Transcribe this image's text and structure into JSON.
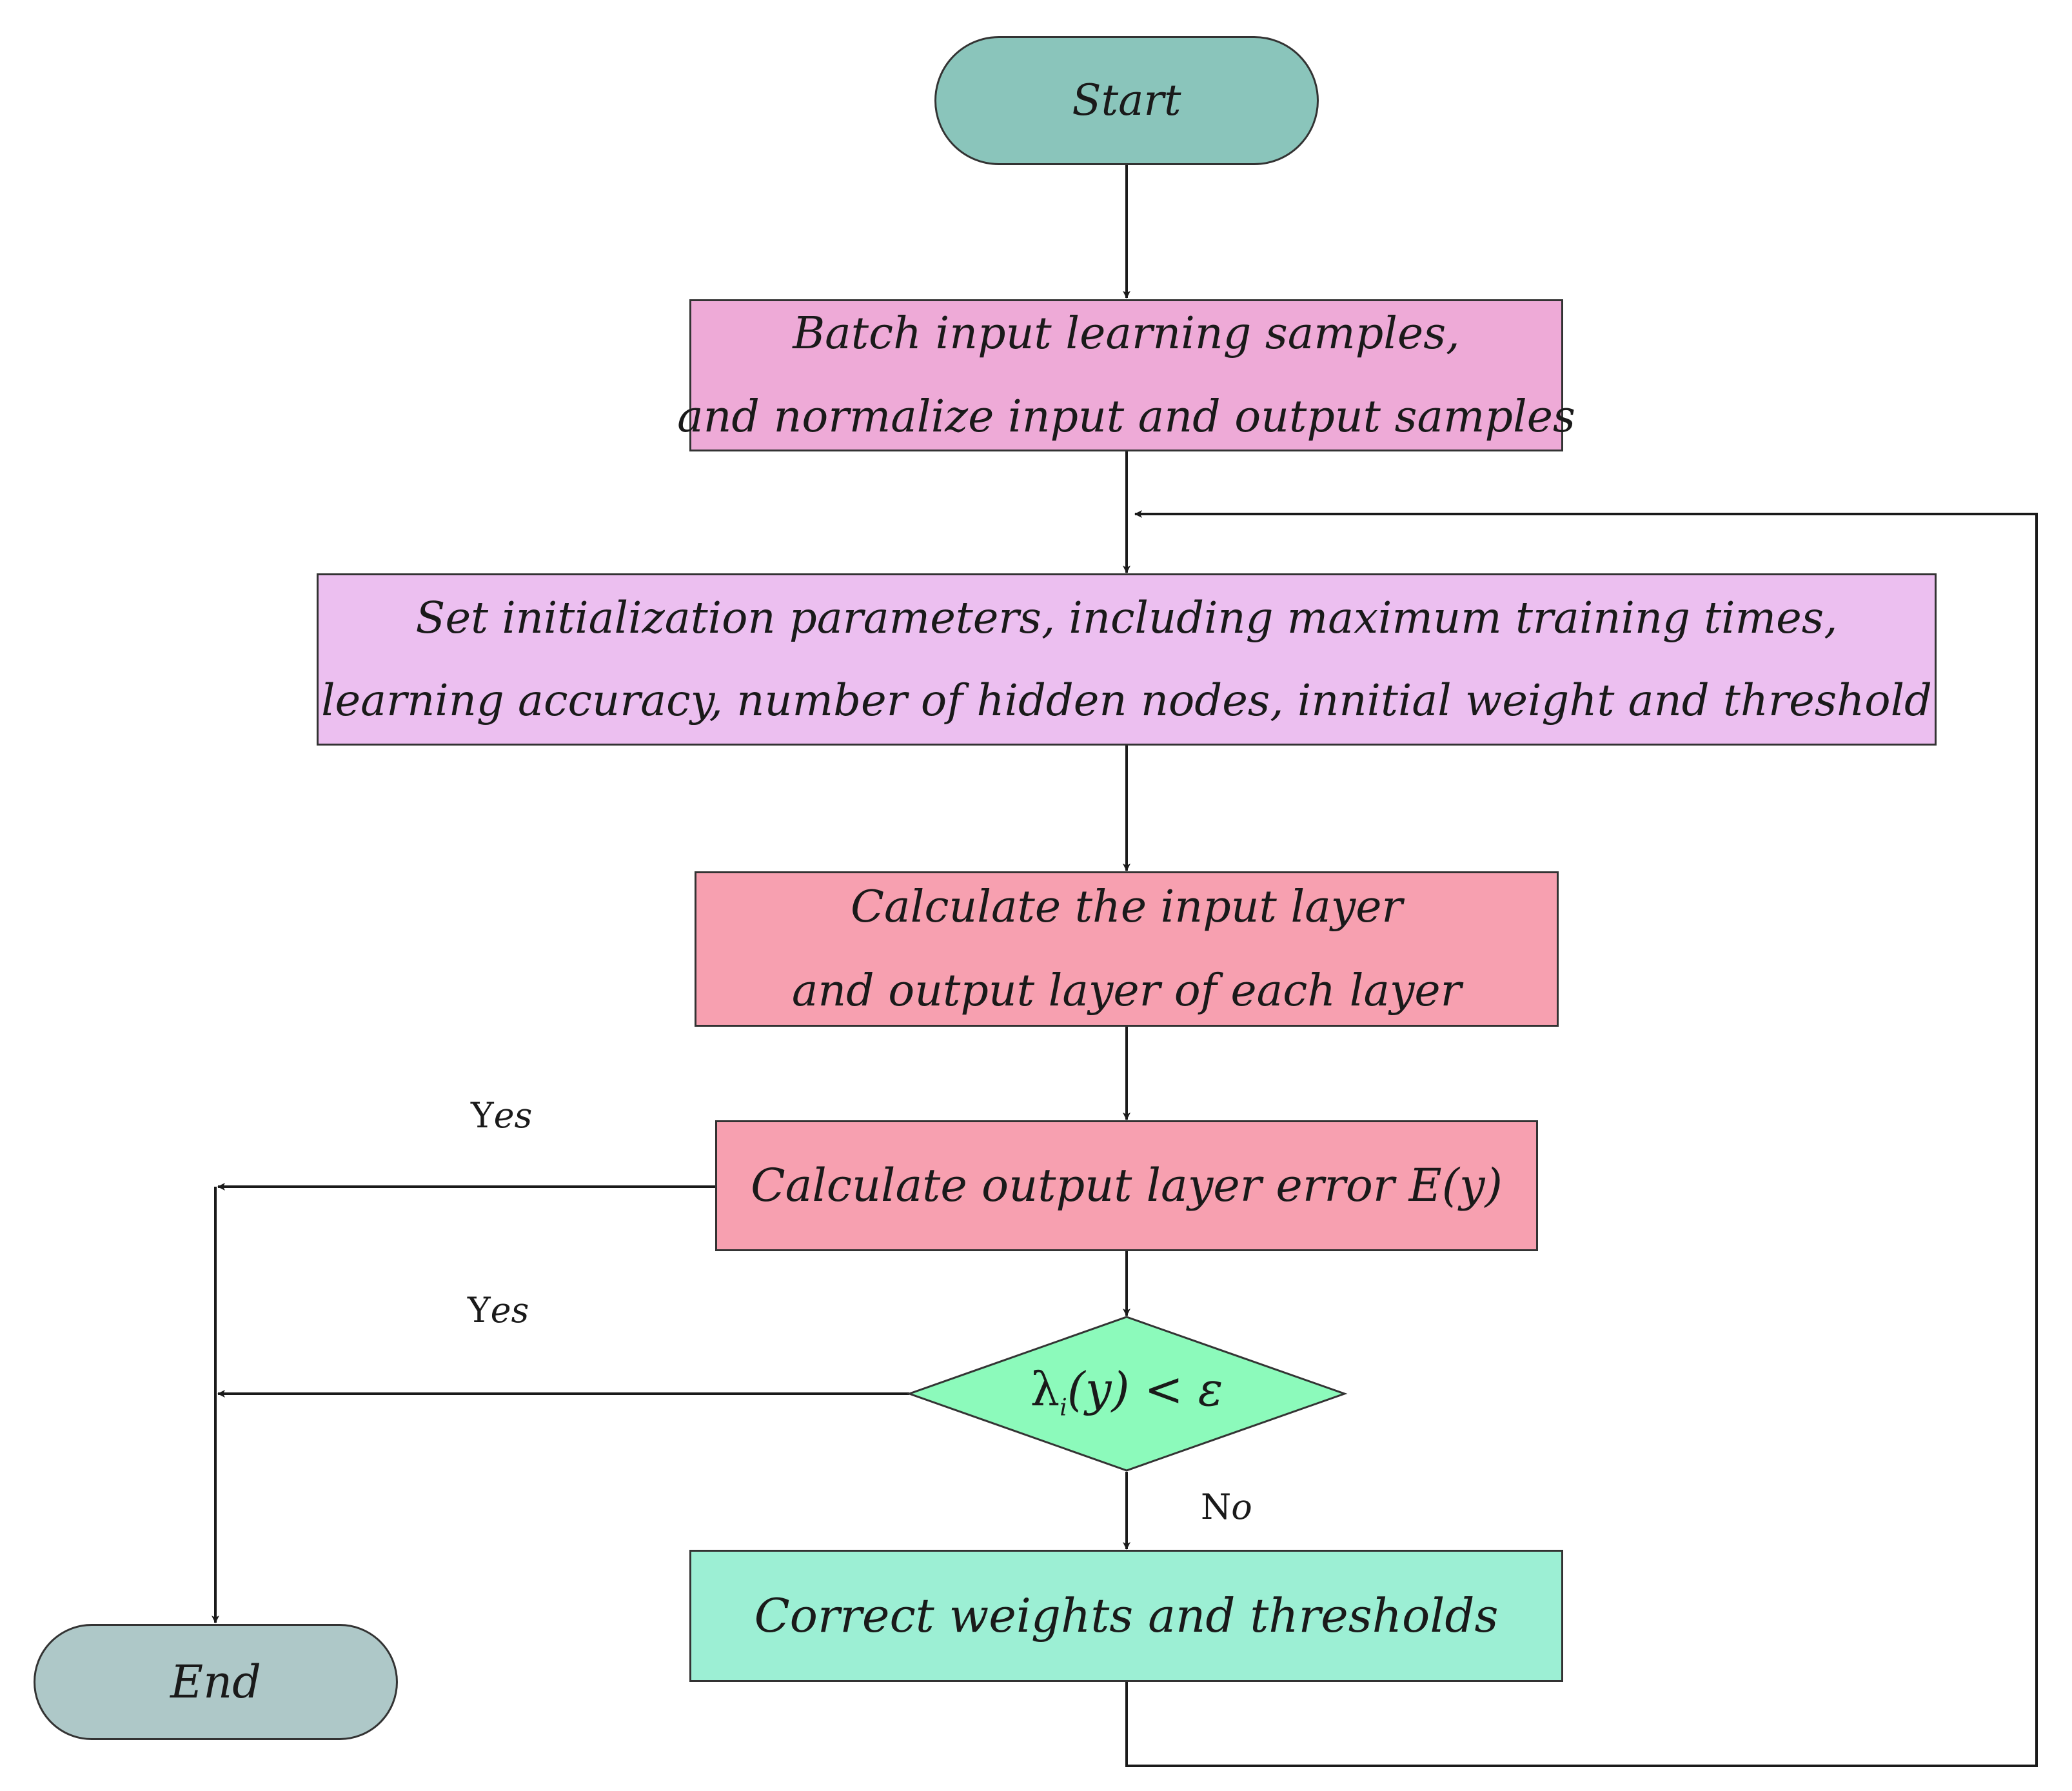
{
  "colors": {
    "start": "#8ac5bb",
    "end": "#aec8c8",
    "batch": "#eeaad7",
    "init": "#ecbff0",
    "calc_layers": "#f7a0b0",
    "calc_error": "#f7a0b0",
    "decision": "#8cfabb",
    "correct": "#9cefd4",
    "stroke": "#333333"
  },
  "nodes": {
    "start": {
      "text": "Start"
    },
    "batch": {
      "line1": "Batch input learning samples,",
      "line2": "and normalize input and output samples"
    },
    "init": {
      "line1": "Set initialization parameters, including maximum training times,",
      "line2": "learning accuracy, number of hidden nodes, innitial weight and threshold"
    },
    "calc_layers": {
      "line1": "Calculate the input layer",
      "line2": "and output layer of each layer"
    },
    "calc_error": {
      "text": "Calculate output layer error E(y)"
    },
    "decision": {
      "lambda": "λ",
      "sub": "i",
      "rest": "(y) < ε"
    },
    "correct": {
      "text": "Correct weights and thresholds"
    },
    "end": {
      "text": "End"
    }
  },
  "labels": {
    "yes1": {
      "cap": "Y",
      "rest": "es"
    },
    "yes2": {
      "cap": "Y",
      "rest": "es"
    },
    "no": {
      "cap": "N",
      "rest": "o"
    }
  }
}
